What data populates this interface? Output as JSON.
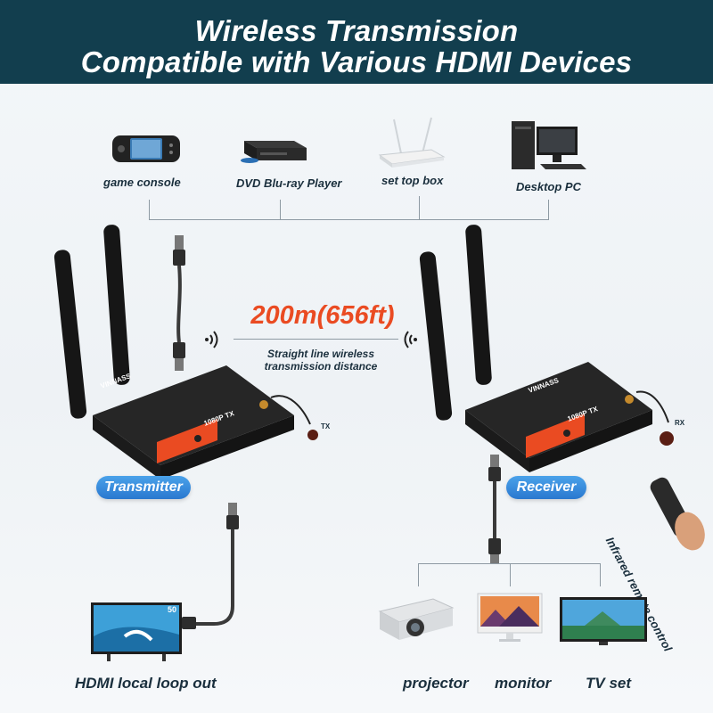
{
  "header": {
    "line1": "Wireless Transmission",
    "line2": "Compatible with Various HDMI Devices"
  },
  "sources": [
    {
      "label": "game console",
      "icon": "game-console-icon"
    },
    {
      "label": "DVD Blu-ray Player",
      "icon": "bluray-player-icon"
    },
    {
      "label": "set top box",
      "icon": "set-top-box-icon"
    },
    {
      "label": "Desktop PC",
      "icon": "desktop-pc-icon"
    }
  ],
  "distance": {
    "value": "200m(656ft)",
    "caption_line1": "Straight line wireless",
    "caption_line2": "transmission distance"
  },
  "transmitter": {
    "label": "Transmitter",
    "brand": "VINNASS",
    "badge": "1080P TX",
    "tag": "TX"
  },
  "receiver": {
    "label": "Receiver",
    "brand": "VINNASS",
    "badge": "1080P TX",
    "tag": "RX"
  },
  "remote": {
    "label": "Infrared remote control"
  },
  "loop_out": {
    "label": "HDMI local loop out",
    "tv_number": "50"
  },
  "outputs": [
    {
      "label": "projector",
      "icon": "projector-icon"
    },
    {
      "label": "monitor",
      "icon": "monitor-icon"
    },
    {
      "label": "TV set",
      "icon": "tv-set-icon"
    }
  ],
  "colors": {
    "header_bg": "#123e4e",
    "accent_orange": "#ea4b22",
    "pill_blue": "#2a78cf",
    "device_body": "#1f1f1f"
  }
}
